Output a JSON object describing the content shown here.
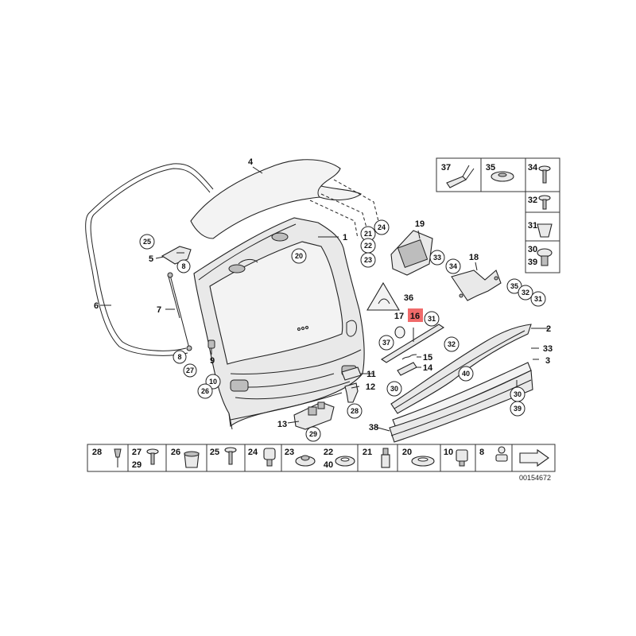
{
  "callouts": {
    "c1": "1",
    "c2": "2",
    "c3": "3",
    "c4": "4",
    "c5": "5",
    "c6": "6",
    "c7": "7",
    "c8": "8",
    "c9": "9",
    "c10": "10",
    "c11": "11",
    "c12": "12",
    "c13": "13",
    "c14": "14",
    "c15": "15",
    "c16": "16",
    "c17": "17",
    "c18": "18",
    "c19": "19",
    "c20": "20",
    "c21": "21",
    "c22": "22",
    "c23": "23",
    "c24": "24",
    "c25": "25",
    "c26": "26",
    "c27": "27",
    "c28": "28",
    "c29": "29",
    "c30": "30",
    "c31": "31",
    "c32": "32",
    "c33": "33",
    "c34": "34",
    "c35": "35",
    "c36": "36",
    "c37": "37",
    "c38": "38",
    "c39": "39",
    "c40": "40"
  },
  "highlighted_part": "16",
  "diagram_ref": "00154672",
  "colors": {
    "highlight": "#f06a6a",
    "stroke": "#222222"
  }
}
